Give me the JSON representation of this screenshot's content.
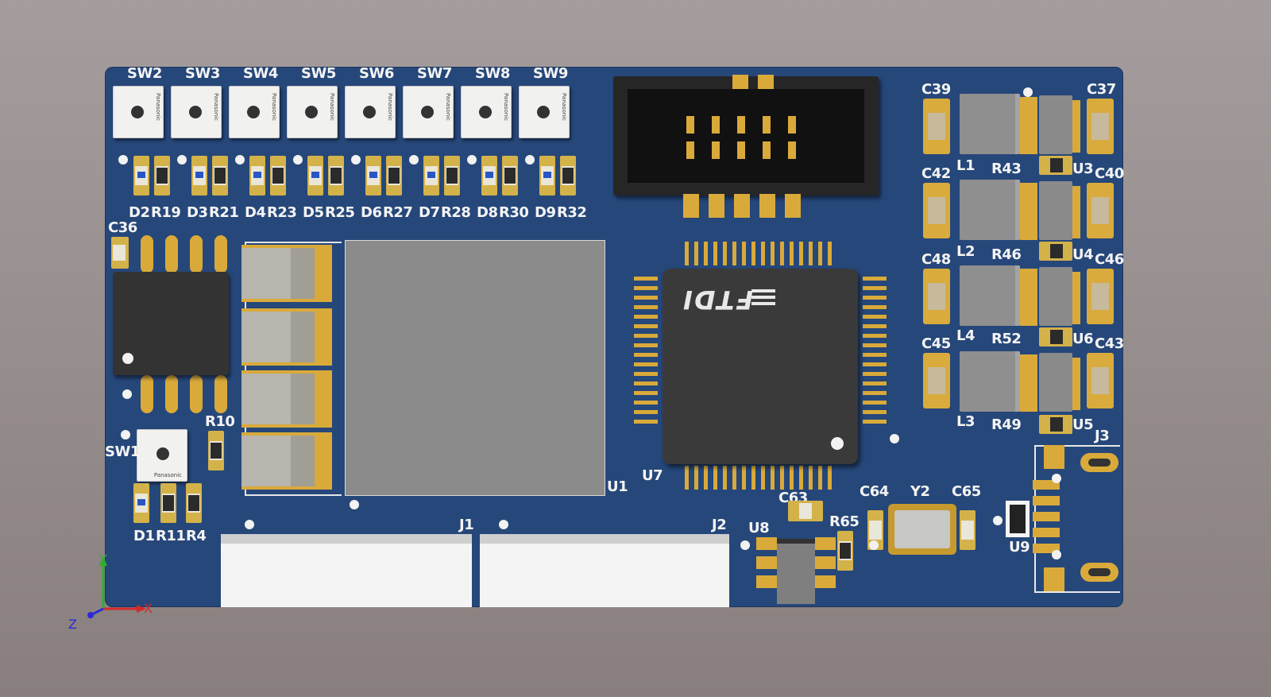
{
  "scene": {
    "colors": {
      "board": "#26477a",
      "copper": "#d9aa3a",
      "silk": "#f4f4f4",
      "ic": "#3a3a3a"
    }
  },
  "labels": {
    "sw2": "SW2",
    "sw3": "SW3",
    "sw4": "SW4",
    "sw5": "SW5",
    "sw6": "SW6",
    "sw7": "SW7",
    "sw8": "SW8",
    "sw9": "SW9",
    "d2": "D2",
    "r19": "R19",
    "d3": "D3",
    "r21": "R21",
    "d4": "D4",
    "r23": "R23",
    "d5": "D5",
    "r25": "R25",
    "d6": "D6",
    "r27": "R27",
    "d7": "D7",
    "r28": "R28",
    "d8": "D8",
    "r30": "R30",
    "d9": "D9",
    "r32": "R32",
    "c36": "C36",
    "r10": "R10",
    "sw1": "SW1",
    "d1": "D1",
    "r11": "R11",
    "r4": "R4",
    "u1": "U1",
    "u7": "U7",
    "j1": "J1",
    "j2": "J2",
    "c63": "C63",
    "u8": "U8",
    "r65": "R65",
    "c64": "C64",
    "y2": "Y2",
    "c65": "C65",
    "u9": "U9",
    "j3": "J3",
    "c39": "C39",
    "c37": "C37",
    "l1": "L1",
    "r43": "R43",
    "u3": "U3",
    "c42": "C42",
    "c40": "C40",
    "l2": "L2",
    "r46": "R46",
    "u4": "U4",
    "c48": "C48",
    "c46": "C46",
    "l4": "L4",
    "r52": "R52",
    "u6": "U6",
    "c45": "C45",
    "c43": "C43",
    "l3": "L3",
    "r49": "R49",
    "u5": "U5",
    "ftdi_logo": "FTDI",
    "switch_brand": "Panasonic",
    "axis_x": "X",
    "axis_y": "Y",
    "axis_z": "Z"
  }
}
